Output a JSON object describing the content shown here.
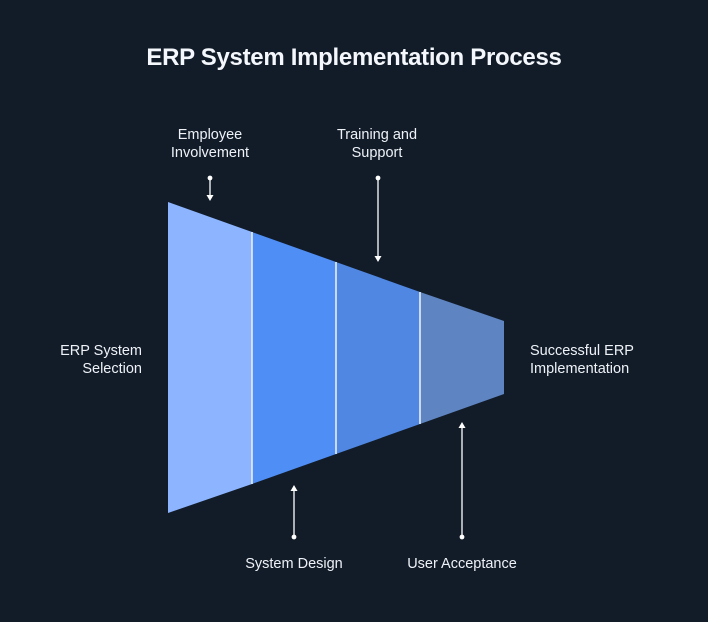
{
  "title": "ERP System Implementation Process",
  "start_label": [
    "ERP System",
    "Selection"
  ],
  "end_label": [
    "Successful ERP",
    "Implementation"
  ],
  "stages": [
    {
      "label": [
        "Employee",
        "Involvement"
      ],
      "color": "#8cb4ff",
      "callout": "top"
    },
    {
      "label": [
        "System Design"
      ],
      "color": "#4f8ef5",
      "callout": "bottom"
    },
    {
      "label": [
        "Training and",
        "Support"
      ],
      "color": "#4f87e2",
      "callout": "top"
    },
    {
      "label": [
        "User Acceptance"
      ],
      "color": "#5e84c2",
      "callout": "bottom"
    }
  ],
  "colors": {
    "background": "#121c29",
    "divider": "#e8eef8",
    "arrow": "#ffffff"
  }
}
